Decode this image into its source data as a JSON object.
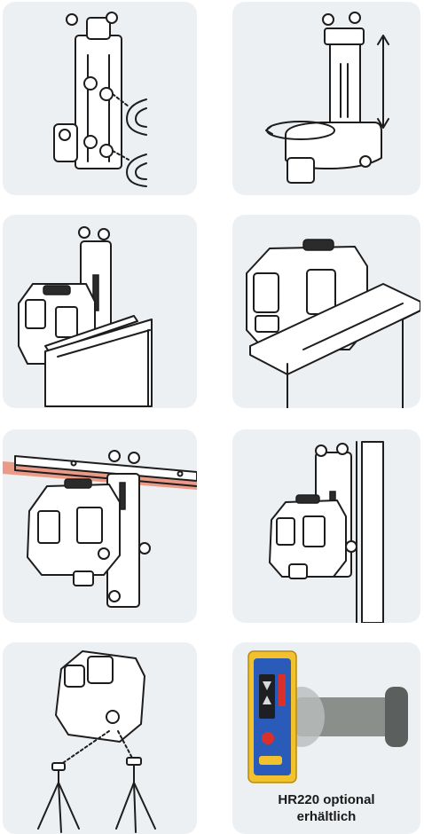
{
  "tiles": [
    {
      "id": "bracket-magnets"
    },
    {
      "id": "bracket-rotate-height"
    },
    {
      "id": "laser-on-bracket-profile"
    },
    {
      "id": "laser-on-frame"
    },
    {
      "id": "laser-on-rail"
    },
    {
      "id": "laser-on-wall"
    },
    {
      "id": "laser-tripods"
    },
    {
      "id": "receiver-hr220"
    }
  ],
  "receiver_caption": {
    "line1": "HR220 optional",
    "line2": "erhältlich"
  },
  "colors": {
    "tile_bg": "#edf0f2",
    "laser_line": "#e8542f",
    "receiver_yellow": "#f2c12e",
    "receiver_blue": "#2a5bb8",
    "receiver_red": "#d9302a"
  }
}
